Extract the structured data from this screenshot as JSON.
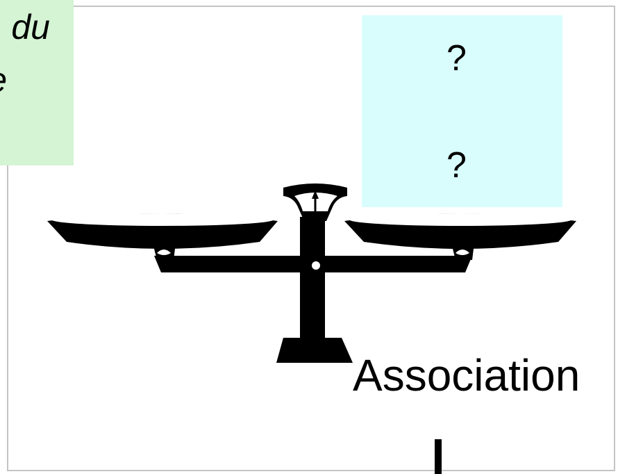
{
  "side_note": {
    "line1": "du",
    "line2": "e"
  },
  "unknowns": {
    "top": "?",
    "bottom": "?"
  },
  "label": {
    "text": "Association"
  },
  "illustration": {
    "name": "balance-scale-icon"
  },
  "colors": {
    "note_background": "#d4f4d4",
    "unknowns_background": "#d9fdfd",
    "frame_border": "#c4c4c4",
    "ink": "#000000"
  }
}
